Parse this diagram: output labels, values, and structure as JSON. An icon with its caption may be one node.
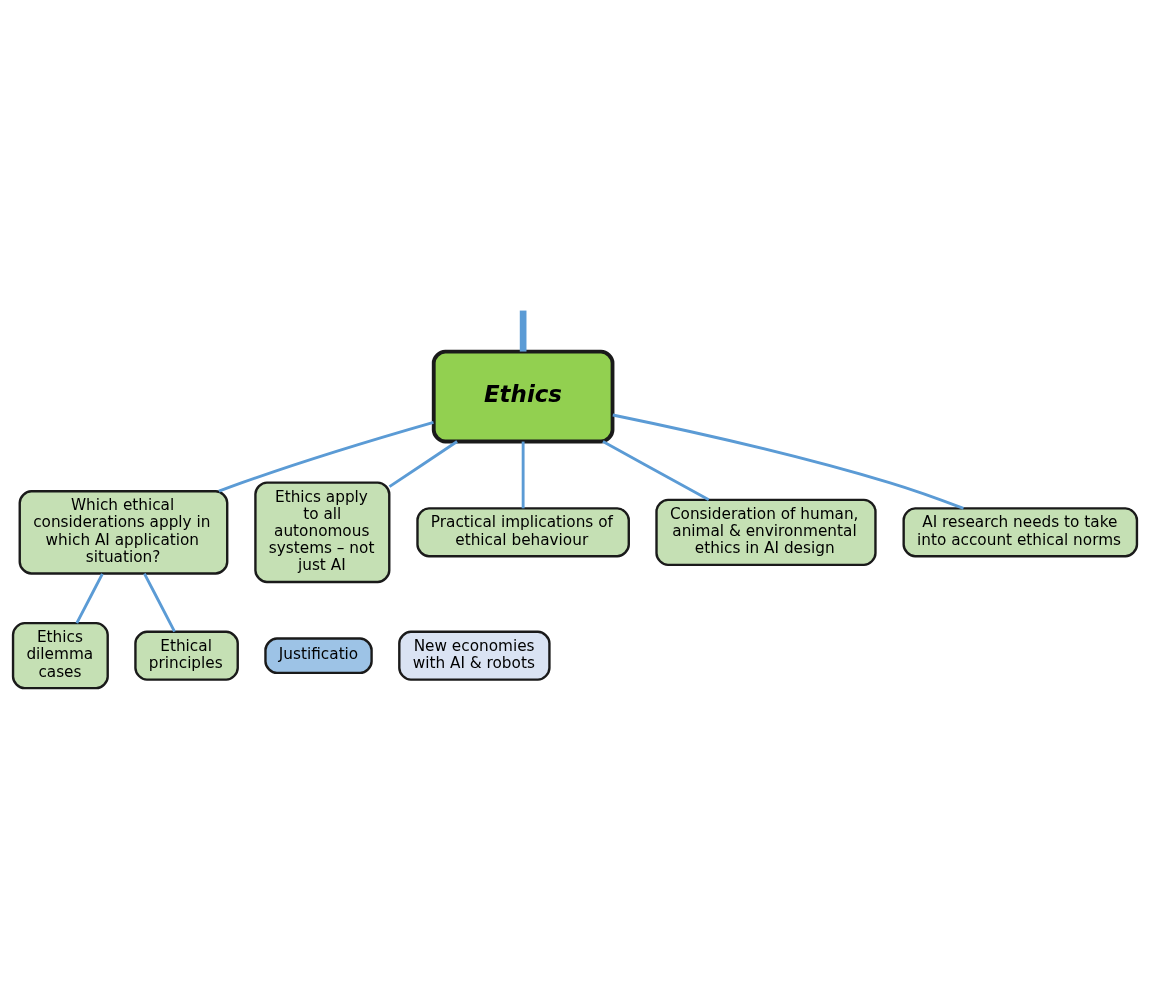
{
  "diagram": {
    "nodes": [
      {
        "text": [
          "Ethics dilemma cases"
        ]
      },
      {
        "text": [
          "Ethical principles"
        ]
      },
      {
        "text": [
          "Justificatio"
        ]
      },
      {
        "text": [
          "Which ethical considerations apply in which AI application situation?"
        ]
      },
      {
        "text": [
          "Ethics apply to all autonomous systems – not just AI"
        ]
      },
      {
        "text": [
          "Practical implications of ethical behaviour"
        ]
      },
      {
        "text": [
          "Ethics"
        ]
      },
      {
        "text": [
          "Consideration of human, animal & environmental ethics in AI design"
        ]
      },
      {
        "text": [
          "AI research needs to take into account ethical norms"
        ]
      },
      {
        "text": [
          "New economies with AI & robots"
        ]
      }
    ],
    "edges": [
      {
        "from": 0,
        "to": 3,
        "arrow": "none"
      },
      {
        "from": 1,
        "to": 3,
        "arrow": "none"
      },
      {
        "from": 3,
        "to": 6,
        "arrow": "none"
      },
      {
        "from": 4,
        "to": 6,
        "arrow": "none"
      },
      {
        "from": 5,
        "to": 6,
        "arrow": "none"
      },
      {
        "from": 7,
        "to": 6,
        "arrow": "none"
      },
      {
        "from": 8,
        "to": 6,
        "arrow": "none"
      },
      {
        "from": 6,
        "to": null,
        "arrow": "none",
        "style": "thick"
      }
    ]
  }
}
